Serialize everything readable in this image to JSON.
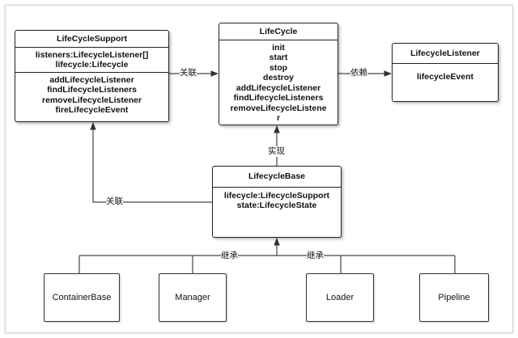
{
  "classes": {
    "lifecycle_support": {
      "name": "LifeCycleSupport",
      "attributes": [
        "listeners:LifecycleListener[]",
        "lifecycle:Lifecycle"
      ],
      "methods": [
        "addLifecycleListener",
        "findLifecycleListeners",
        "removeLifecycleListener",
        "fireLifecycleEvent"
      ]
    },
    "lifecycle": {
      "name": "LifeCycle",
      "methods": [
        "init",
        "start",
        "stop",
        "destroy",
        "addLifecycleListener",
        "findLifecycleListeners",
        "removeLifecycleListene",
        "r"
      ]
    },
    "lifecycle_listener": {
      "name": "LifecycleListener",
      "methods": [
        "lifecycleEvent"
      ]
    },
    "lifecycle_base": {
      "name": "LifecycleBase",
      "attributes": [
        "lifecycle:LifecycleSupport",
        "state:LifecycleState"
      ]
    },
    "container_base": {
      "name": "ContainerBase"
    },
    "manager": {
      "name": "Manager"
    },
    "loader": {
      "name": "Loader"
    },
    "pipeline": {
      "name": "Pipeline"
    }
  },
  "relations": {
    "support_to_lifecycle": "关联",
    "lifecycle_to_listener": "依赖",
    "base_implements_lifecycle": "实现",
    "base_to_support": "关联",
    "inherit_left": "继承",
    "inherit_right": "继承"
  }
}
